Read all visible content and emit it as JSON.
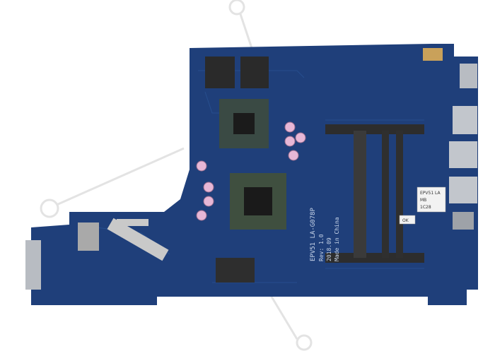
{
  "board": {
    "silkscreen_model": "EPV51 LA-G078P",
    "silkscreen_rev": "Rev: 1.0",
    "silkscreen_date": "2018.09",
    "silkscreen_origin": "Made in China",
    "sticker_1": "EPV51 LA",
    "sticker_2": "MB",
    "sticker_3": "1C28",
    "sticker_tag": "OK",
    "colors": {
      "pcb": "#1f3f7a",
      "pcb_dark": "#17325f",
      "chip": "#2a2a2a",
      "gold": "#c9a15a",
      "metal": "#b8bcc2",
      "capacitor": "#e7b7d6",
      "sticker": "#f2f2f2"
    }
  }
}
